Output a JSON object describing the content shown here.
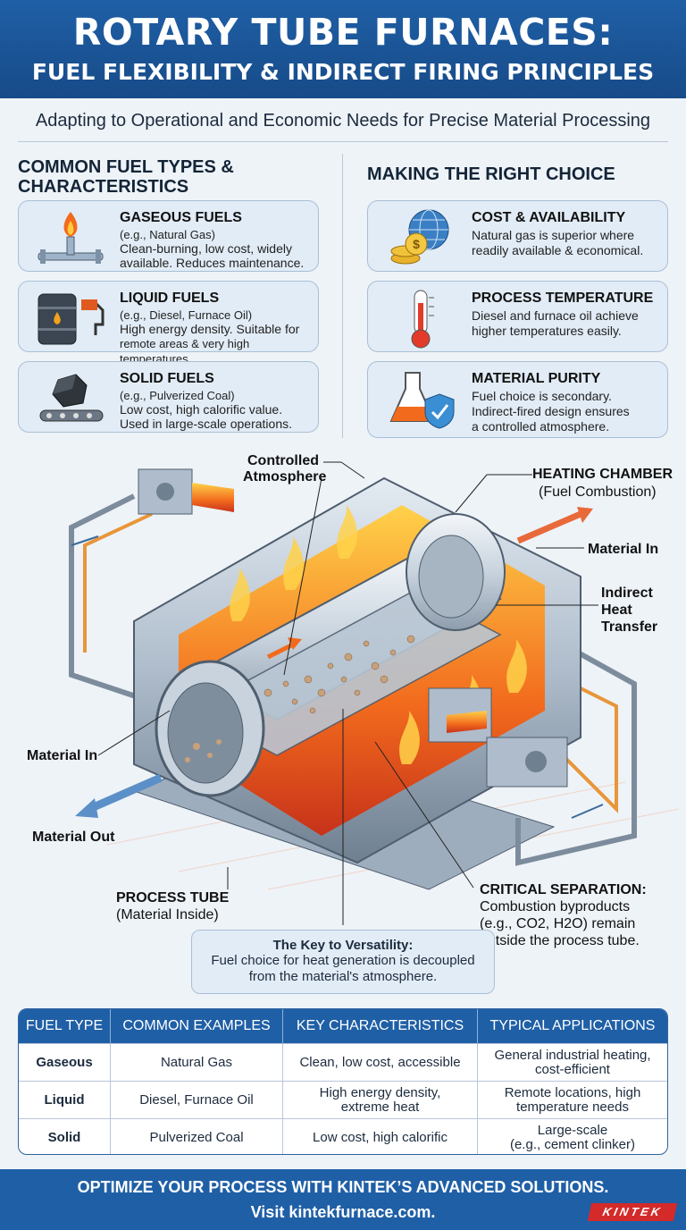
{
  "header": {
    "title_line1": "ROTARY TUBE FURNACES:",
    "title_line2": "FUEL FLEXIBILITY & INDIRECT FIRING PRINCIPLES",
    "subtitle": "Adapting to Operational and Economic Needs for Precise Material Processing"
  },
  "fuel_types": {
    "heading": "COMMON FUEL TYPES & CHARACTERISTICS",
    "cards": [
      {
        "icon": "gas-flame-pipe-icon",
        "title": "GASEOUS FUELS",
        "sub": "(e.g., Natural Gas)",
        "line1": "Clean-burning, low cost, widely",
        "line2": "available. Reduces maintenance."
      },
      {
        "icon": "oil-barrel-nozzle-icon",
        "title": "LIQUID FUELS",
        "sub": "(e.g., Diesel, Furnace Oil)",
        "line1": "High energy density. Suitable for",
        "line2": "remote areas & very high temperatures."
      },
      {
        "icon": "coal-conveyor-icon",
        "title": "SOLID FUELS",
        "sub": "(e.g., Pulverized Coal)",
        "line1": "Low cost, high calorific value.",
        "line2": "Used in large-scale operations."
      }
    ]
  },
  "choice": {
    "heading": "MAKING THE RIGHT CHOICE",
    "cards": [
      {
        "icon": "coins-globe-icon",
        "title": "COST & AVAILABILITY",
        "line1": "Natural gas is superior where",
        "line2": "readily available & economical.",
        "line3": ""
      },
      {
        "icon": "thermometer-icon",
        "title": "PROCESS TEMPERATURE",
        "line1": "Diesel and furnace oil achieve",
        "line2": "higher temperatures easily.",
        "line3": ""
      },
      {
        "icon": "flask-shield-icon",
        "title": "MATERIAL PURITY",
        "line1": "Fuel choice is secondary.",
        "line2": "Indirect-fired design ensures",
        "line3": "a controlled atmosphere."
      }
    ]
  },
  "diagram": {
    "controlled_atmosphere_1": "Controlled",
    "controlled_atmosphere_2": "Atmosphere",
    "heating_chamber": "HEATING CHAMBER",
    "heating_chamber_sub": "(Fuel Combustion)",
    "material_in_right": "Material In",
    "indirect_1": "Indirect",
    "indirect_2": "Heat",
    "indirect_3": "Transfer",
    "material_in_left": "Material In",
    "material_out": "Material Out",
    "process_tube": "PROCESS TUBE",
    "process_tube_sub": "(Material Inside)",
    "critical": "CRITICAL SEPARATION:",
    "critical_1": "Combustion byproducts",
    "critical_2": "(e.g., CO2, H2O) remain",
    "critical_3": "outside the process tube.",
    "key_title": "The Key to Versatility:",
    "key_1": "Fuel choice for heat generation is decoupled",
    "key_2": "from the material's atmosphere."
  },
  "table": {
    "headers": [
      "FUEL TYPE",
      "COMMON EXAMPLES",
      "KEY CHARACTERISTICS",
      "TYPICAL APPLICATIONS"
    ],
    "rows": [
      {
        "type": "Gaseous",
        "examples": "Natural Gas",
        "char1": "Clean, low cost, accessible",
        "char2": "",
        "app1": "General industrial heating,",
        "app2": "cost-efficient"
      },
      {
        "type": "Liquid",
        "examples": "Diesel, Furnace Oil",
        "char1": "High energy density,",
        "char2": "extreme heat",
        "app1": "Remote locations, high",
        "app2": "temperature needs"
      },
      {
        "type": "Solid",
        "examples": "Pulverized Coal",
        "char1": "Low cost, high calorific",
        "char2": "",
        "app1": "Large-scale",
        "app2": "(e.g., cement clinker)"
      }
    ]
  },
  "footer": {
    "line1": "OPTIMIZE YOUR PROCESS WITH KINTEK’S ADVANCED SOLUTIONS.",
    "line2": "Visit kintekfurnace.com.",
    "brand": "KINTEK"
  },
  "colors": {
    "primary": "#1f5fa6",
    "card_bg": "#e2ecf6",
    "flame": "#f26b1d",
    "brand_red": "#d42a2a"
  }
}
